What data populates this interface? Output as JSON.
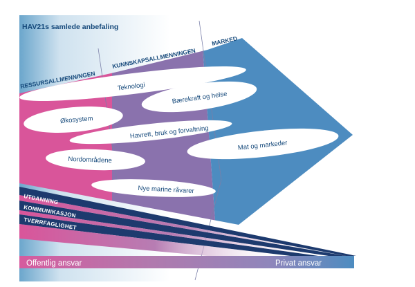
{
  "title": "HAV21s samlede anbefaling",
  "zones": {
    "ressurs": "RESSURSALLMENNINGEN",
    "kunnskap": "KUNNSKAPSALLMENNINGEN",
    "marked": "MARKED"
  },
  "topics": {
    "teknologi": "Teknologi",
    "baerekraft": "Bærekraft og helse",
    "okosystem": "Økosystem",
    "havrett": "Havrett, bruk og forvaltning",
    "mat": "Mat og markeder",
    "nordomradene": "Nordområdene",
    "nye_marine": "Nye marine råvarer"
  },
  "bands": {
    "utdanning": "UTDANNING",
    "kommunikasjon": "KOMMUNIKASJON",
    "tverrfaglighet": "TVERRFAGLIGHET"
  },
  "axis": {
    "left": "Offentlig ansvar",
    "right": "Privat ansvar"
  },
  "colors": {
    "pink": "#d9559a",
    "purple": "#8a72ad",
    "blue": "#4d8cc0",
    "navy": "#1d3a6e",
    "text": "#14487a"
  }
}
